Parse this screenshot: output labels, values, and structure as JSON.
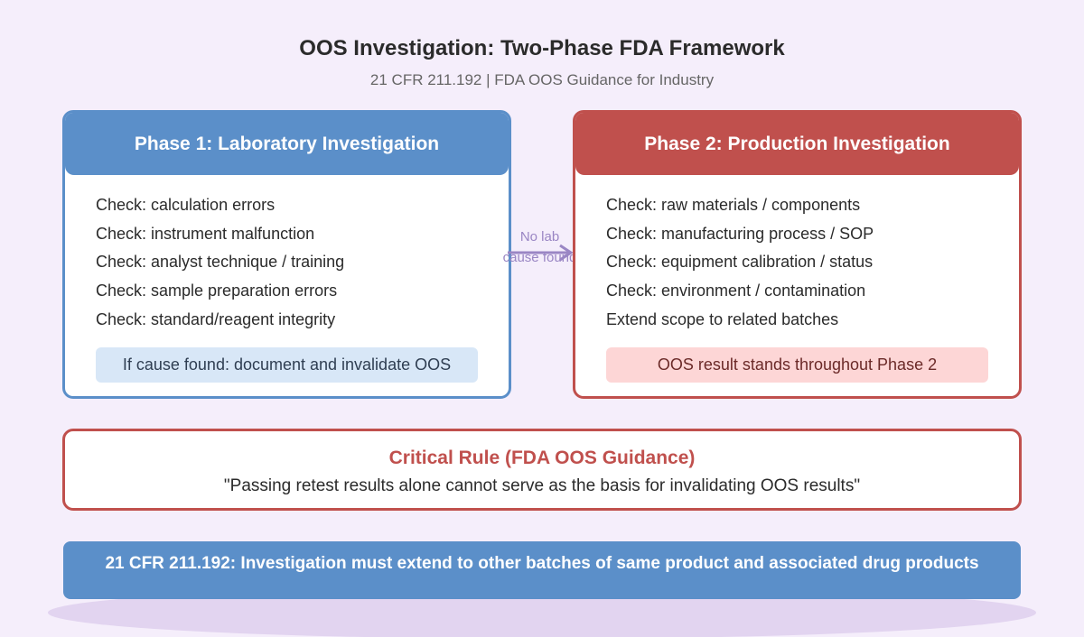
{
  "header": {
    "title": "OOS Investigation: Two-Phase FDA Framework",
    "subtitle": "21 CFR 211.192 | FDA OOS Guidance for Industry"
  },
  "phase1": {
    "title": "Phase 1: Laboratory Investigation",
    "checks": [
      "Check: calculation errors",
      "Check: instrument malfunction",
      "Check: analyst technique / training",
      "Check: sample preparation errors",
      "Check: standard/reagent integrity"
    ],
    "note": "If cause found: document and invalidate OOS"
  },
  "arrow": {
    "label_line1": "No lab",
    "label_line2": "cause found"
  },
  "phase2": {
    "title": "Phase 2: Production Investigation",
    "checks": [
      "Check: raw materials / components",
      "Check: manufacturing process / SOP",
      "Check: equipment calibration / status",
      "Check: environment / contamination",
      "Extend scope to related batches"
    ],
    "note": "OOS result stands throughout Phase 2"
  },
  "rule": {
    "title": "Critical Rule (FDA OOS Guidance)",
    "quote": "\"Passing retest results alone cannot serve as the basis for invalidating OOS results\""
  },
  "banner": {
    "text": "21 CFR 211.192: Investigation must extend to other batches of same product and associated drug products"
  },
  "colors": {
    "phase1": "#5b8fc9",
    "phase2": "#c0504d",
    "arrow": "#9a86c4",
    "background": "#f5eefb"
  }
}
